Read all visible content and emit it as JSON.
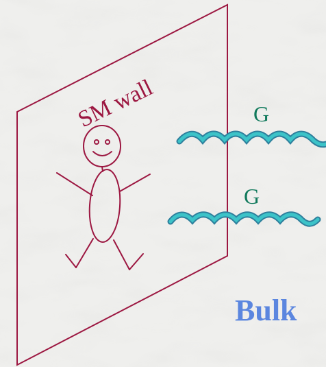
{
  "labels": {
    "wall": "SM wall",
    "graviton_top": "G",
    "graviton_bottom": "G",
    "bulk": "Bulk"
  },
  "colors": {
    "background": "#efefed",
    "wall_line": "#9c1741",
    "stick_figure": "#9c1741",
    "graviton_text": "#117a5c",
    "wave_fill": "#3cc3c8",
    "wave_stroke": "#2e7f9c",
    "bulk_text": "#5b86df"
  },
  "icons": {
    "figure": "stick-figure-icon",
    "wave": "graviton-wave-icon"
  }
}
